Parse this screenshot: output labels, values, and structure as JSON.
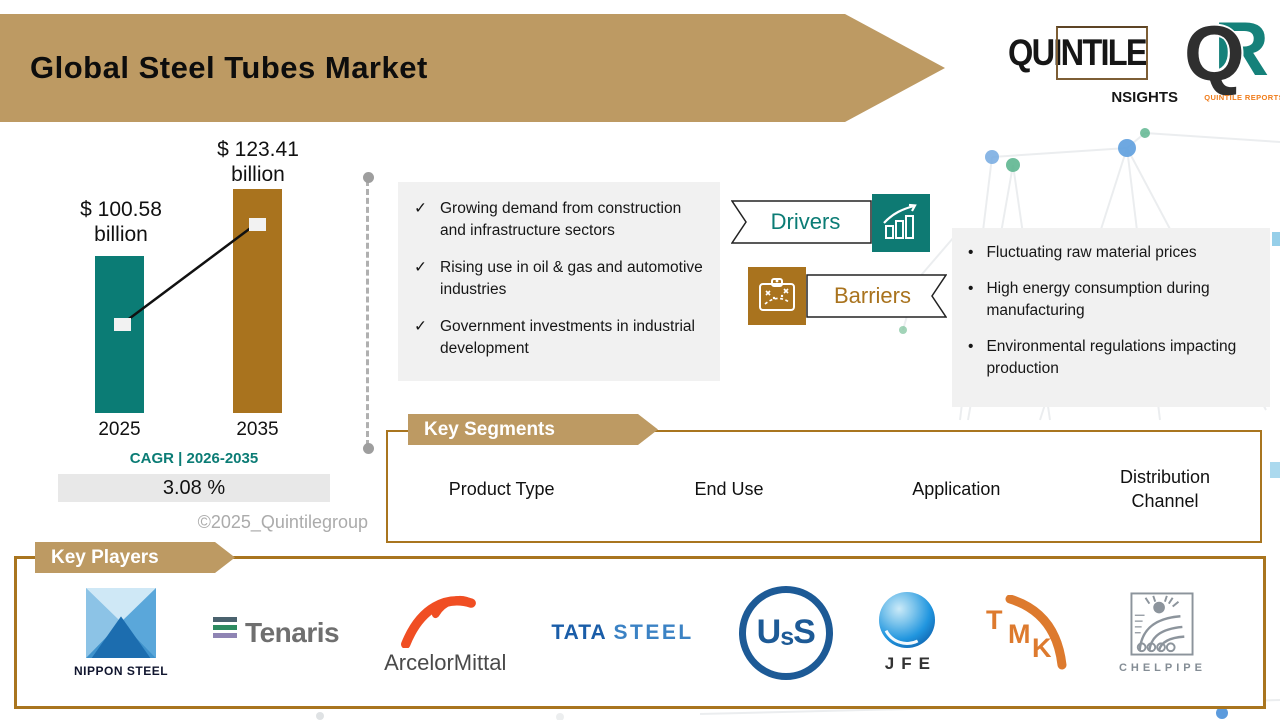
{
  "header": {
    "title": "Global Steel Tubes Market"
  },
  "brand": {
    "wordmark": "QUINTILE",
    "insights": "NSIGHTS",
    "qr_q": "Q",
    "qr_r": "R",
    "qr_caption": "QUINTILE REPORTS"
  },
  "chart": {
    "value_label_2025": "$ 100.58\nbillion",
    "value_label_2035": "$ 123.41\nbillion",
    "year_2025": "2025",
    "year_2035": "2035",
    "cagr_label": "CAGR | 2026-2035",
    "cagr_value": "3.08 %",
    "copyright": "©2025_Quintilegroup"
  },
  "chart_data": {
    "type": "bar",
    "title": "Global Steel Tubes Market",
    "categories": [
      "2025",
      "2035"
    ],
    "values": [
      100.58,
      123.41
    ],
    "unit": "USD billion",
    "data_labels": [
      "$ 100.58 billion",
      "$ 123.41 billion"
    ],
    "bar_colors": [
      "#0B7C75",
      "#A9731E"
    ],
    "cagr_period": "2026-2035",
    "cagr_percent": 3.08,
    "trendline": true,
    "grid": false,
    "xlabel": "",
    "ylabel": ""
  },
  "drivers": {
    "label": "Drivers",
    "check_glyph": "✓",
    "items": [
      "Growing demand from construction and infrastructure sectors",
      "Rising use in oil & gas and automotive industries",
      "Government investments in industrial development"
    ]
  },
  "barriers": {
    "label": "Barriers",
    "bullet_glyph": "•",
    "items": [
      "Fluctuating raw material prices",
      "High energy consumption during manufacturing",
      "Environmental regulations impacting production"
    ]
  },
  "key_segments": {
    "title": "Key Segments",
    "items": [
      "Product Type",
      "End Use",
      "Application",
      "Distribution Channel"
    ]
  },
  "key_players": {
    "title": "Key Players",
    "logos": {
      "nippon_steel": "NIPPON STEEL",
      "tenaris": "Tenaris",
      "arcelormittal": "ArcelorMittal",
      "tata": "TATA",
      "tata_steel": "STEEL",
      "uss_u": "U",
      "uss_s_small": "s",
      "uss_s": "S",
      "jfe": "JFE",
      "tmk_t": "T",
      "tmk_m": "M",
      "tmk_k": "K",
      "chelpipe": "CHELPIPE"
    }
  },
  "colors": {
    "banner_tan": "#BD9A63",
    "teal": "#0B7C75",
    "brown": "#A9731E",
    "panel_gray": "#F1F1F1",
    "box_border": "#A9751F"
  }
}
